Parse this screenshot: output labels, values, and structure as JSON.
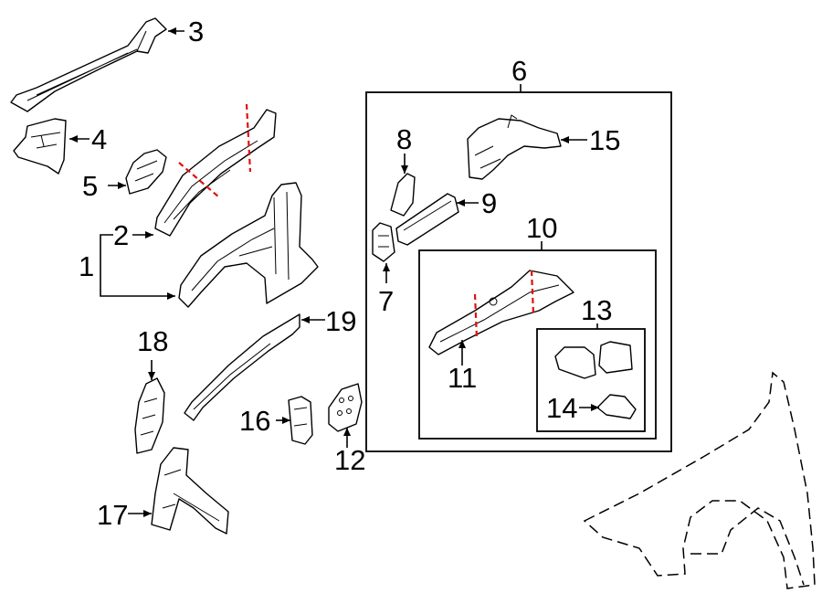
{
  "callouts": {
    "c1": "1",
    "c2": "2",
    "c3": "3",
    "c4": "4",
    "c5": "5",
    "c6": "6",
    "c7": "7",
    "c8": "8",
    "c9": "9",
    "c10": "10",
    "c11": "11",
    "c12": "12",
    "c13": "13",
    "c14": "14",
    "c15": "15",
    "c16": "16",
    "c17": "17",
    "c18": "18",
    "c19": "19"
  },
  "colors": {
    "line": "#000000",
    "cut_line": "#e01010",
    "background": "#ffffff"
  }
}
